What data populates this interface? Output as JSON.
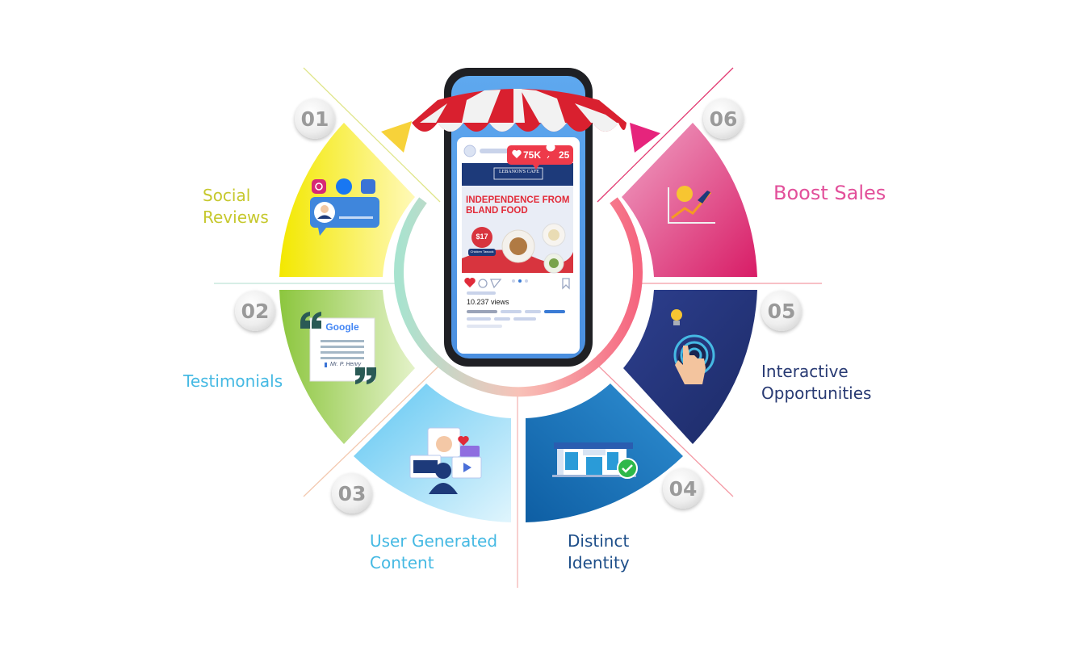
{
  "segments": [
    {
      "number": "01",
      "label": "Social\nReviews",
      "color": "#c6c82d"
    },
    {
      "number": "02",
      "label": "Testimonials",
      "color": "#45b9e3"
    },
    {
      "number": "03",
      "label": "User Generated\nContent",
      "color": "#45b9e3"
    },
    {
      "number": "04",
      "label": "Distinct\nIdentity",
      "color": "#1d4e89"
    },
    {
      "number": "05",
      "label": "Interactive\nOpportunities",
      "color": "#283a73"
    },
    {
      "number": "06",
      "label": "Boost Sales",
      "color": "#e24f9a"
    }
  ],
  "phone": {
    "likes": "75K",
    "comments": "25",
    "brand": "LEBANON'S CAFE",
    "headline": "INDEPENDENCE FROM BLAND FOOD",
    "price": "$17",
    "dish": "Chicken Tawook",
    "views": "10.237 views"
  },
  "testimonial": {
    "brand": "Google",
    "author": "Mr. P. Henry"
  }
}
